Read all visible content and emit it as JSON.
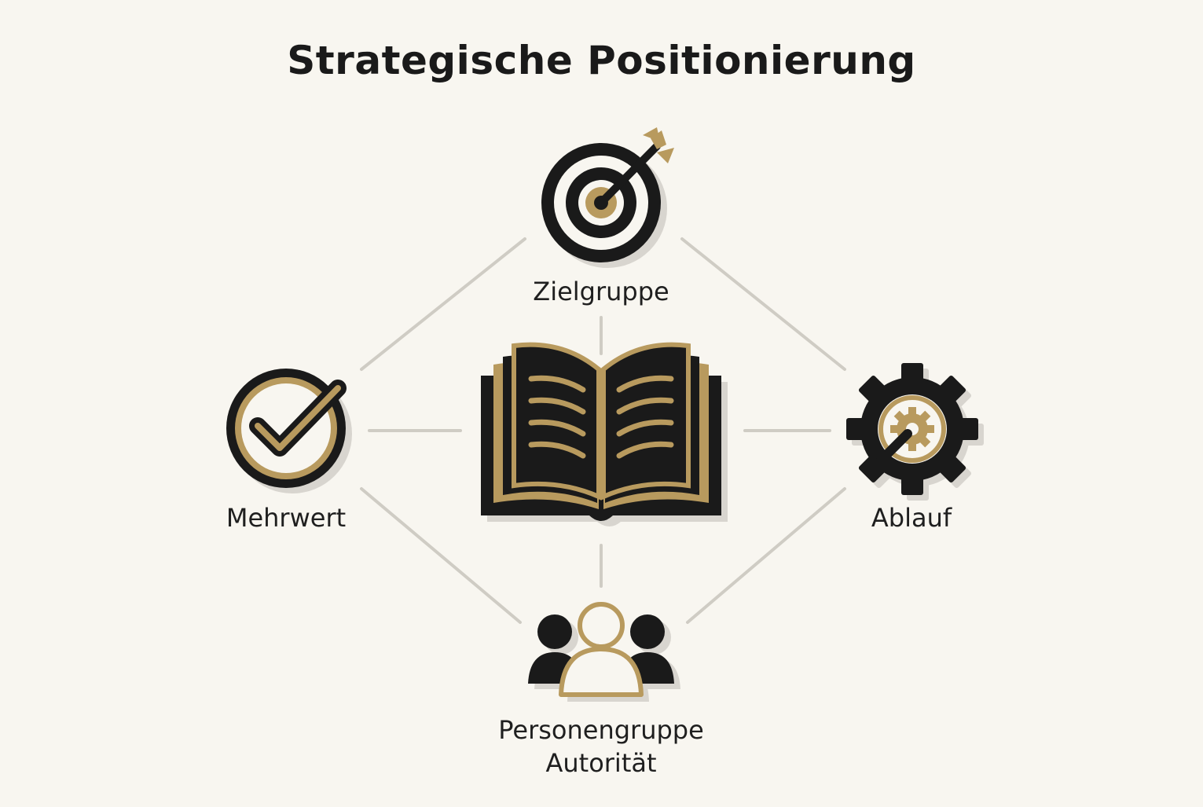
{
  "title": "Strategische Positionierung",
  "nodes": {
    "center": {
      "icon": "open-book-icon"
    },
    "top": {
      "label": "Zielgruppe",
      "icon": "target-arrow-icon"
    },
    "left": {
      "label": "Mehrwert",
      "icon": "checkmark-circle-icon"
    },
    "right": {
      "label": "Ablauf",
      "icon": "gear-icon"
    },
    "bottom": {
      "label_line1": "Personengruppe",
      "label_line2": "Autorität",
      "icon": "people-group-icon"
    }
  },
  "colors": {
    "background": "#f8f6f0",
    "ink": "#1a1a1a",
    "gold": "#b89a5e",
    "connector": "#cfccc4",
    "shadow": "#d8d5cf"
  }
}
